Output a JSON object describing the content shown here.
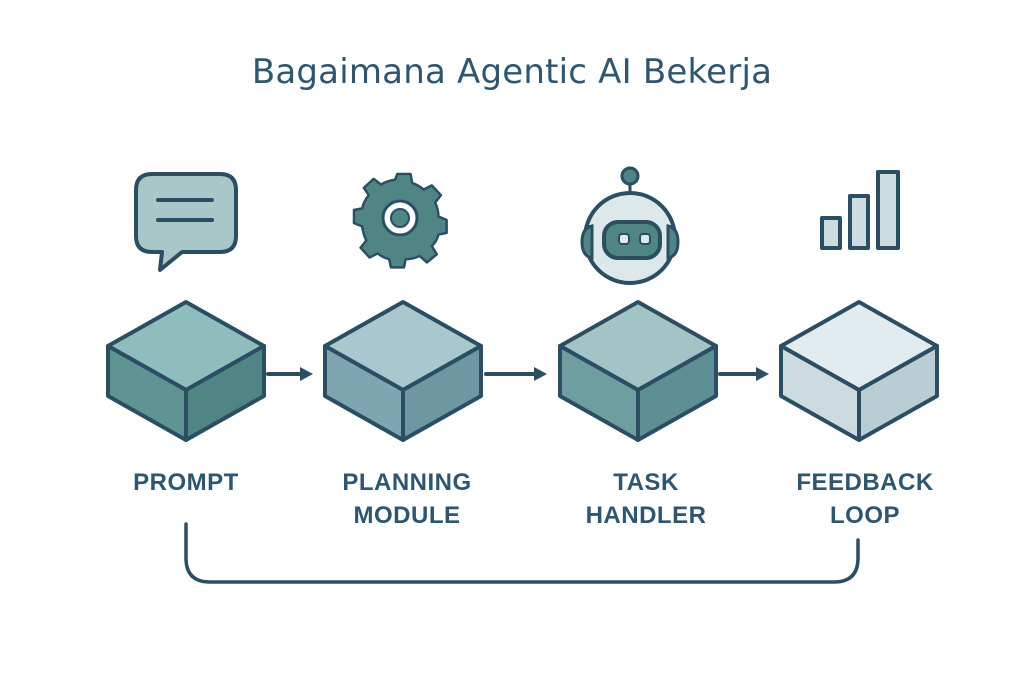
{
  "title": "Bagaimana Agentic AI Bekerja",
  "steps": [
    {
      "line1": "PROMPT",
      "line2": "",
      "icon": "speech-bubble-icon"
    },
    {
      "line1": "PLANNING",
      "line2": "MODULE",
      "icon": "gear-icon"
    },
    {
      "line1": "TASK",
      "line2": "HANDLER",
      "icon": "robot-head-icon"
    },
    {
      "line1": "FEEDBACK",
      "line2": "LOOP",
      "icon": "bar-chart-icon"
    }
  ],
  "colors": {
    "stroke": "#2b4e63",
    "title": "#2f5670",
    "cube1_top": "#8fbcbd",
    "cube1_left": "#5f9494",
    "cube1_right": "#4f8585",
    "cube2_top": "#a9c7cf",
    "cube2_left": "#7fa6b0",
    "cube2_right": "#6e97a1",
    "cube3_top": "#a3c4c6",
    "cube3_left": "#6e9ea2",
    "cube3_right": "#5e8f94",
    "cube4_top": "#e2ebee",
    "cube4_left": "#ccdbe0",
    "cube4_right": "#b9cdd4"
  }
}
